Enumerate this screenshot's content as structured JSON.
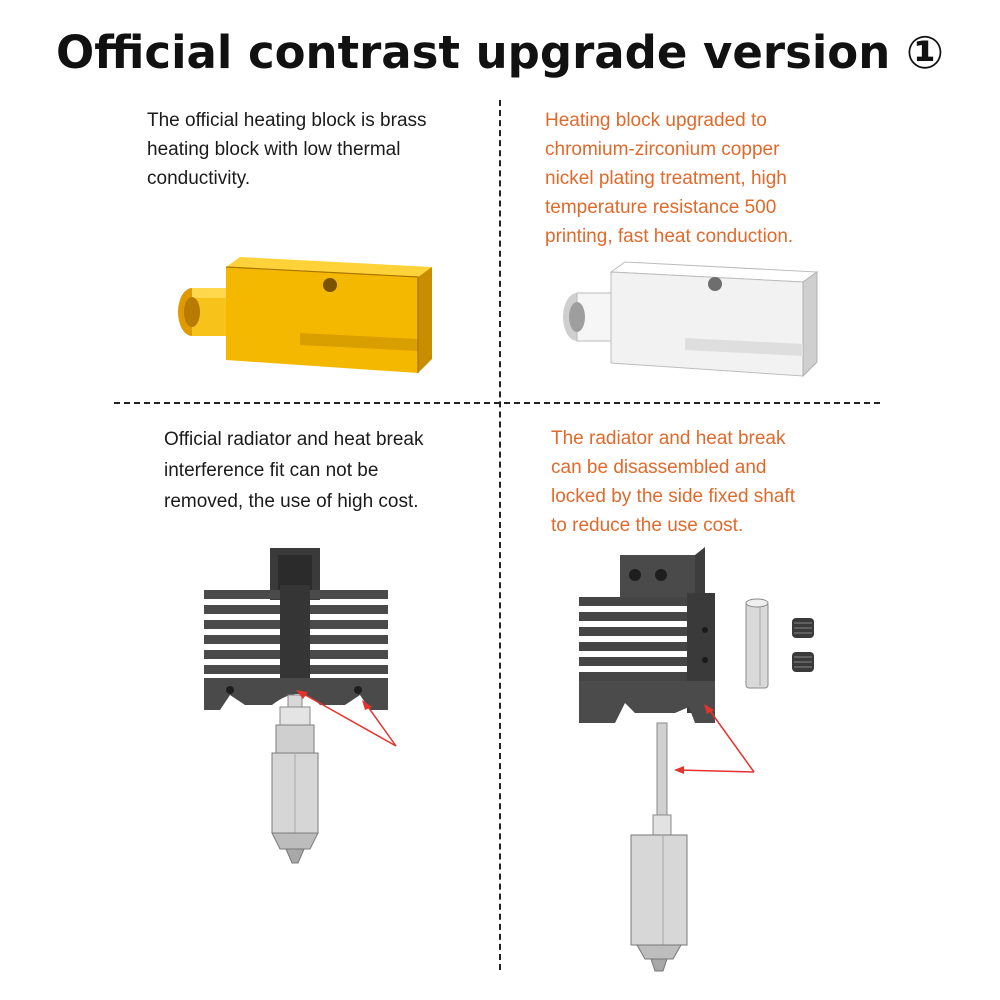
{
  "title": "Official contrast upgrade version ①",
  "panels": {
    "top_left": {
      "lines": [
        "The official heating block is brass",
        "heating block with low thermal",
        "conductivity."
      ]
    },
    "top_right": {
      "lines": [
        "Heating block upgraded to",
        "chromium-zirconium copper",
        "nickel plating treatment, high",
        "temperature resistance 500",
        "printing, fast heat conduction."
      ]
    },
    "bottom_left": {
      "lines": [
        "Official radiator and heat break",
        "interference fit can not be",
        "removed, the use of high cost."
      ]
    },
    "bottom_right": {
      "lines": [
        "The radiator and heat break",
        "can be disassembled and",
        "locked by the side fixed shaft",
        "to reduce the use cost."
      ]
    }
  },
  "colors": {
    "brass_block": "#f5b800",
    "nickel_block": "#f2f2f2",
    "heatsink": "#4a4a4a",
    "orange_text": "#e06a2c",
    "arrow": "#e5322d"
  },
  "icons": [
    "brass-heating-block",
    "nickel-heating-block",
    "official-hotend",
    "upgraded-hotend",
    "side-fixed-shaft",
    "set-screw",
    "pointer-arrow"
  ]
}
